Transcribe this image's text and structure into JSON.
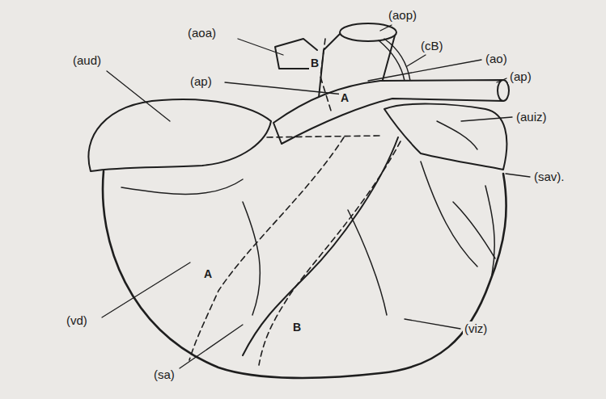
{
  "diagram": {
    "labels": [
      "(aop)",
      "(aoa)",
      "(cB)",
      "(ao)",
      "(aud)",
      "(ap)",
      "B",
      "(ap)",
      "A",
      "(auiz)",
      "(sav).",
      "A",
      "(vd)",
      "B",
      "(viz)",
      "(sa)"
    ]
  }
}
